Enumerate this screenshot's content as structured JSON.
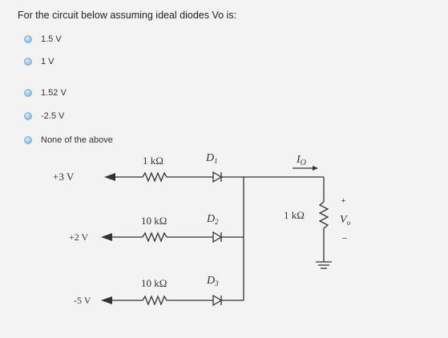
{
  "question": "For the circuit below assuming ideal diodes Vo is:",
  "options": [
    {
      "label": "1.5 V"
    },
    {
      "label": "1 V"
    },
    {
      "label": "1.52 V"
    },
    {
      "label": "-2.5 V"
    },
    {
      "label": "None of the above"
    }
  ],
  "circuit": {
    "sources": [
      "+3 V",
      "+2 V",
      "-5 V"
    ],
    "resistors": [
      "1 kΩ",
      "10 kΩ",
      "10 kΩ"
    ],
    "diodes": [
      "D",
      "D",
      "D"
    ],
    "diode_subscripts": [
      "1",
      "2",
      "3"
    ],
    "current_label": "I",
    "current_subscript": "O",
    "load_resistor": "1 kΩ",
    "output_label": "V",
    "output_subscript": "o",
    "plus_sign": "+",
    "minus_sign": "–"
  }
}
